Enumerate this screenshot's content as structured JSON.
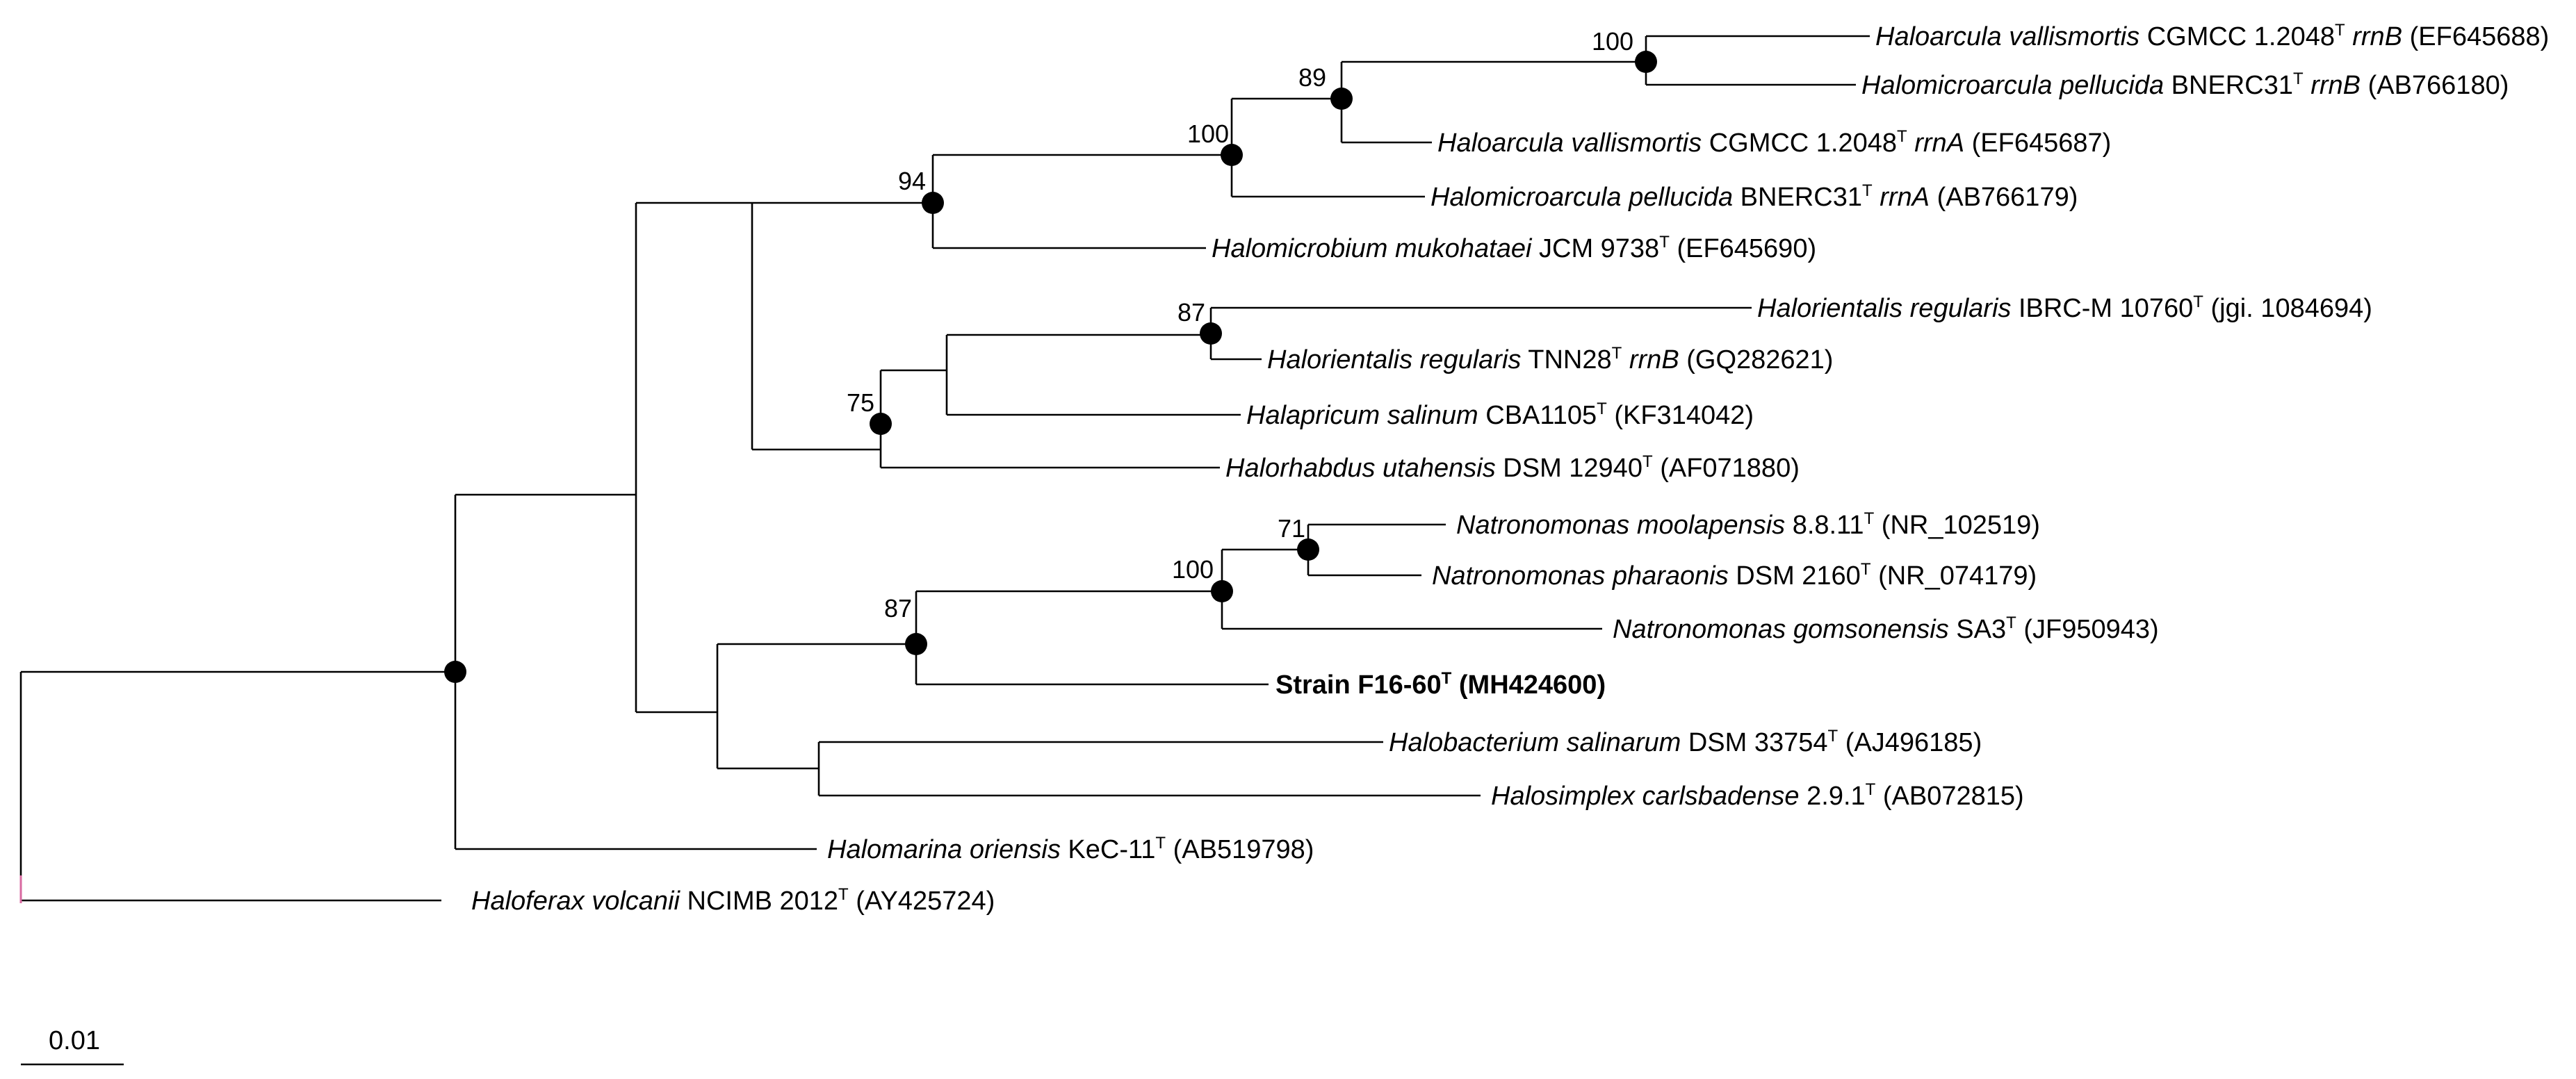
{
  "tree": {
    "tips": {
      "hv_rrnB": {
        "genus": "Haloarcula",
        "species": "vallismortis",
        "strain": "CGMCC 1.2048",
        "sup": "T",
        "gene": "rrnB",
        "acc": "(EF645688)"
      },
      "hp_rrnB": {
        "genus": "Halomicroarcula",
        "species": "pellucida",
        "strain": "BNERC31",
        "sup": "T",
        "gene": "rrnB",
        "acc": "(AB766180)"
      },
      "hv_rrnA": {
        "genus": "Haloarcula",
        "species": "vallismortis",
        "strain": "CGMCC 1.2048",
        "sup": "T",
        "gene": "rrnA",
        "acc": "(EF645687)"
      },
      "hp_rrnA": {
        "genus": "Halomicroarcula",
        "species": "pellucida",
        "strain": "BNERC31",
        "sup": "T",
        "gene": "rrnA",
        "acc": "(AB766179)"
      },
      "hmm": {
        "genus": "Halomicrobium",
        "species": "mukohataei",
        "strain": "JCM 9738",
        "sup": "T",
        "gene": "",
        "acc": "(EF645690)"
      },
      "hr_ibrc": {
        "genus": "Halorientalis",
        "species": "regularis",
        "strain": "IBRC-M 10760",
        "sup": "T",
        "gene": "",
        "acc": "(jgi. 1084694)"
      },
      "hr_tnn": {
        "genus": "Halorientalis",
        "species": "regularis",
        "strain": "TNN28",
        "sup": "T",
        "gene": "rrnB",
        "acc": "(GQ282621)"
      },
      "has": {
        "genus": "Halapricum",
        "species": "salinum",
        "strain": "CBA1105",
        "sup": "T",
        "gene": "",
        "acc": "(KF314042)"
      },
      "hu": {
        "genus": "Halorhabdus",
        "species": "utahensis",
        "strain": "DSM 12940",
        "sup": "T",
        "gene": "",
        "acc": "(AF071880)"
      },
      "nm": {
        "genus": "Natronomonas",
        "species": "moolapensis",
        "strain": "8.8.11",
        "sup": "T",
        "gene": "",
        "acc": "(NR_102519)"
      },
      "np": {
        "genus": "Natronomonas",
        "species": "pharaonis",
        "strain": "DSM 2160",
        "sup": "T",
        "gene": "",
        "acc": "(NR_074179)"
      },
      "ng": {
        "genus": "Natronomonas",
        "species": "gomsonensis",
        "strain": "SA3",
        "sup": "T",
        "gene": "",
        "acc": "(JF950943)"
      },
      "strain": {
        "label": "Strain F16-60",
        "sup": "T",
        "acc": "(MH424600)"
      },
      "hbs": {
        "genus": "Halobacterium",
        "species": "salinarum",
        "strain": "DSM 33754",
        "sup": "T",
        "gene": "",
        "acc": "(AJ496185)"
      },
      "hsc": {
        "genus": "Halosimplex",
        "species": "carlsbadense",
        "strain": "2.9.1",
        "sup": "T",
        "gene": "",
        "acc": "(AB072815)"
      },
      "hmo": {
        "genus": "Halomarina",
        "species": "oriensis",
        "strain": "KeC-11",
        "sup": "T",
        "gene": "",
        "acc": "(AB519798)"
      },
      "hfv": {
        "genus": "Haloferax",
        "species": "volcanii",
        "strain": "NCIMB 2012",
        "sup": "T",
        "gene": "",
        "acc": "(AY425724)"
      }
    },
    "bootstrap": {
      "b100_top": "100",
      "b89": "89",
      "b100_mid": "100",
      "b94": "94",
      "b87_top": "87",
      "b75": "75",
      "b71": "71",
      "b100_low": "100",
      "b87_low": "87"
    },
    "scale_bar": {
      "label": "0.01"
    }
  }
}
